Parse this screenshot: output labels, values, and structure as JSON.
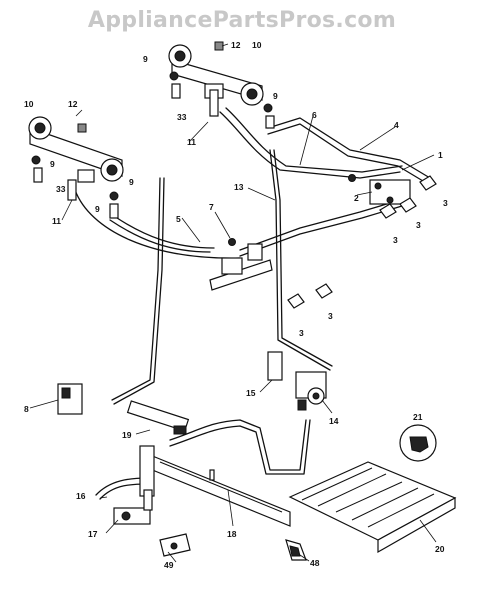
{
  "watermark": "AppliancePartsPros.com",
  "callouts": [
    {
      "id": "c1",
      "text": "1"
    },
    {
      "id": "c2",
      "text": "2"
    },
    {
      "id": "c3a",
      "text": "3"
    },
    {
      "id": "c3b",
      "text": "3"
    },
    {
      "id": "c3c",
      "text": "3"
    },
    {
      "id": "c3d",
      "text": "3"
    },
    {
      "id": "c3e",
      "text": "3"
    },
    {
      "id": "c4",
      "text": "4"
    },
    {
      "id": "c5",
      "text": "5"
    },
    {
      "id": "c6",
      "text": "6"
    },
    {
      "id": "c7",
      "text": "7"
    },
    {
      "id": "c8",
      "text": "8"
    },
    {
      "id": "c9a",
      "text": "9"
    },
    {
      "id": "c9b",
      "text": "9"
    },
    {
      "id": "c9c",
      "text": "9"
    },
    {
      "id": "c9d",
      "text": "9"
    },
    {
      "id": "c9e",
      "text": "9"
    },
    {
      "id": "c10a",
      "text": "10"
    },
    {
      "id": "c10b",
      "text": "10"
    },
    {
      "id": "c11a",
      "text": "11"
    },
    {
      "id": "c11b",
      "text": "11"
    },
    {
      "id": "c12a",
      "text": "12"
    },
    {
      "id": "c12b",
      "text": "12"
    },
    {
      "id": "c13",
      "text": "13"
    },
    {
      "id": "c14",
      "text": "14"
    },
    {
      "id": "c15",
      "text": "15"
    },
    {
      "id": "c16",
      "text": "16"
    },
    {
      "id": "c17",
      "text": "17"
    },
    {
      "id": "c18",
      "text": "18"
    },
    {
      "id": "c19",
      "text": "19"
    },
    {
      "id": "c20",
      "text": "20"
    },
    {
      "id": "c21",
      "text": "21"
    },
    {
      "id": "c33a",
      "text": "33"
    },
    {
      "id": "c33b",
      "text": "33"
    },
    {
      "id": "c48",
      "text": "48"
    },
    {
      "id": "c49",
      "text": "49"
    }
  ]
}
